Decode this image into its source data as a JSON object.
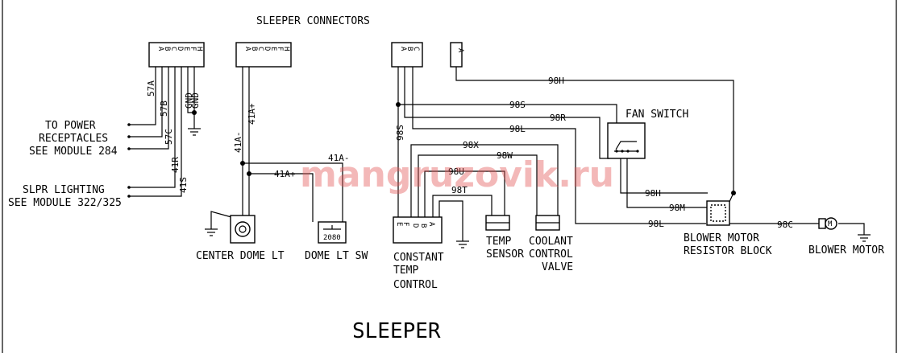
{
  "title": "SLEEPER CONNECTORS",
  "footer": "SLEEPER",
  "watermark": "mangruzovik.ru",
  "labels": {
    "power_1": "TO POWER",
    "power_2": "RECEPTACLES",
    "power_3": "SEE MODULE 284",
    "lighting_1": "SLPR LIGHTING",
    "lighting_2": "SEE MODULE 322/325",
    "center_dome": "CENTER DOME LT",
    "dome_sw": "DOME LT SW",
    "ctc_1": "CONSTANT",
    "ctc_2": "TEMP",
    "ctc_3": "CONTROL",
    "temp_1": "TEMP",
    "temp_2": "SENSOR",
    "coolant_1": "COOLANT",
    "coolant_2": "CONTROL",
    "coolant_3": "VALVE",
    "fan_switch": "FAN SWITCH",
    "blower_res_1": "BLOWER MOTOR",
    "blower_res_2": "RESISTOR BLOCK",
    "blower_motor": "BLOWER MOTOR"
  },
  "connector_pins": {
    "c1": [
      "A",
      "B",
      "C",
      "D",
      "E",
      "F",
      "H"
    ],
    "c2": [
      "A",
      "B",
      "C",
      "D",
      "E",
      "F",
      "H"
    ],
    "c3": [
      "A",
      "B",
      "C"
    ],
    "c4": [
      "A"
    ],
    "ctc": [
      "E",
      "F",
      "D",
      "B",
      "A"
    ],
    "dome_sw": "2080"
  },
  "wires": {
    "w57a": "57A",
    "w57b": "57B",
    "w57c": "57C",
    "w41r": "41R",
    "w41s": "41S",
    "gnd1": "GND",
    "gnd2": "GND",
    "w41a_minus": "41A-",
    "w41a_plus": "41A+",
    "w41a_top": "41A-",
    "w41a_mid": "41A+",
    "w98h_top": "98H",
    "w98s": "98S",
    "w98r": "98R",
    "w98l_top": "98L",
    "w98s_v": "98S",
    "w98x": "98X",
    "w98w": "98W",
    "w98u": "98U",
    "w98t": "98T",
    "w98h_low": "98H",
    "w98m": "98M",
    "w98l_low": "98L",
    "w98c": "98C"
  },
  "motor_symbol": "M"
}
